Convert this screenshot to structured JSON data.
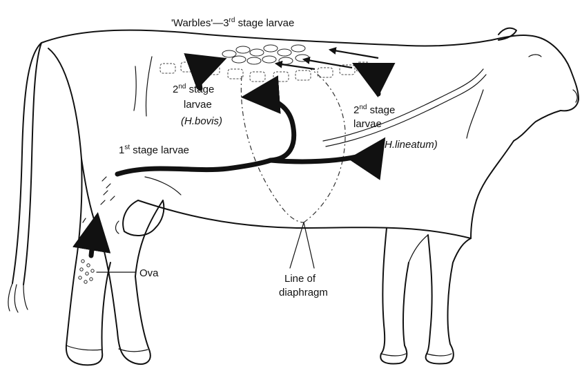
{
  "labels": {
    "warbles_quote": "'Warbles'",
    "warbles_dash": "—3",
    "warbles_sup": "rd",
    "warbles_rest": " stage larvae",
    "stage2_bovis_num": "2",
    "stage2_bovis_sup": "nd",
    "stage2_bovis_word": " stage",
    "stage2_bovis_line2": "larvae",
    "stage2_bovis_species": "(H.bovis)",
    "stage2_lin_num": "2",
    "stage2_lin_sup": "nd",
    "stage2_lin_word": " stage",
    "stage2_lin_line2": "larvae",
    "stage2_lin_species": "(H.lineatum)",
    "stage1_num": "1",
    "stage1_sup": "st",
    "stage1_rest": " stage larvae",
    "ova": "Ova",
    "diaphragm_line1": "Line of",
    "diaphragm_line2": "diaphragm"
  },
  "icons": [
    "cow-outline",
    "larva-path-arrow",
    "warble-cyst",
    "ova-cluster"
  ]
}
